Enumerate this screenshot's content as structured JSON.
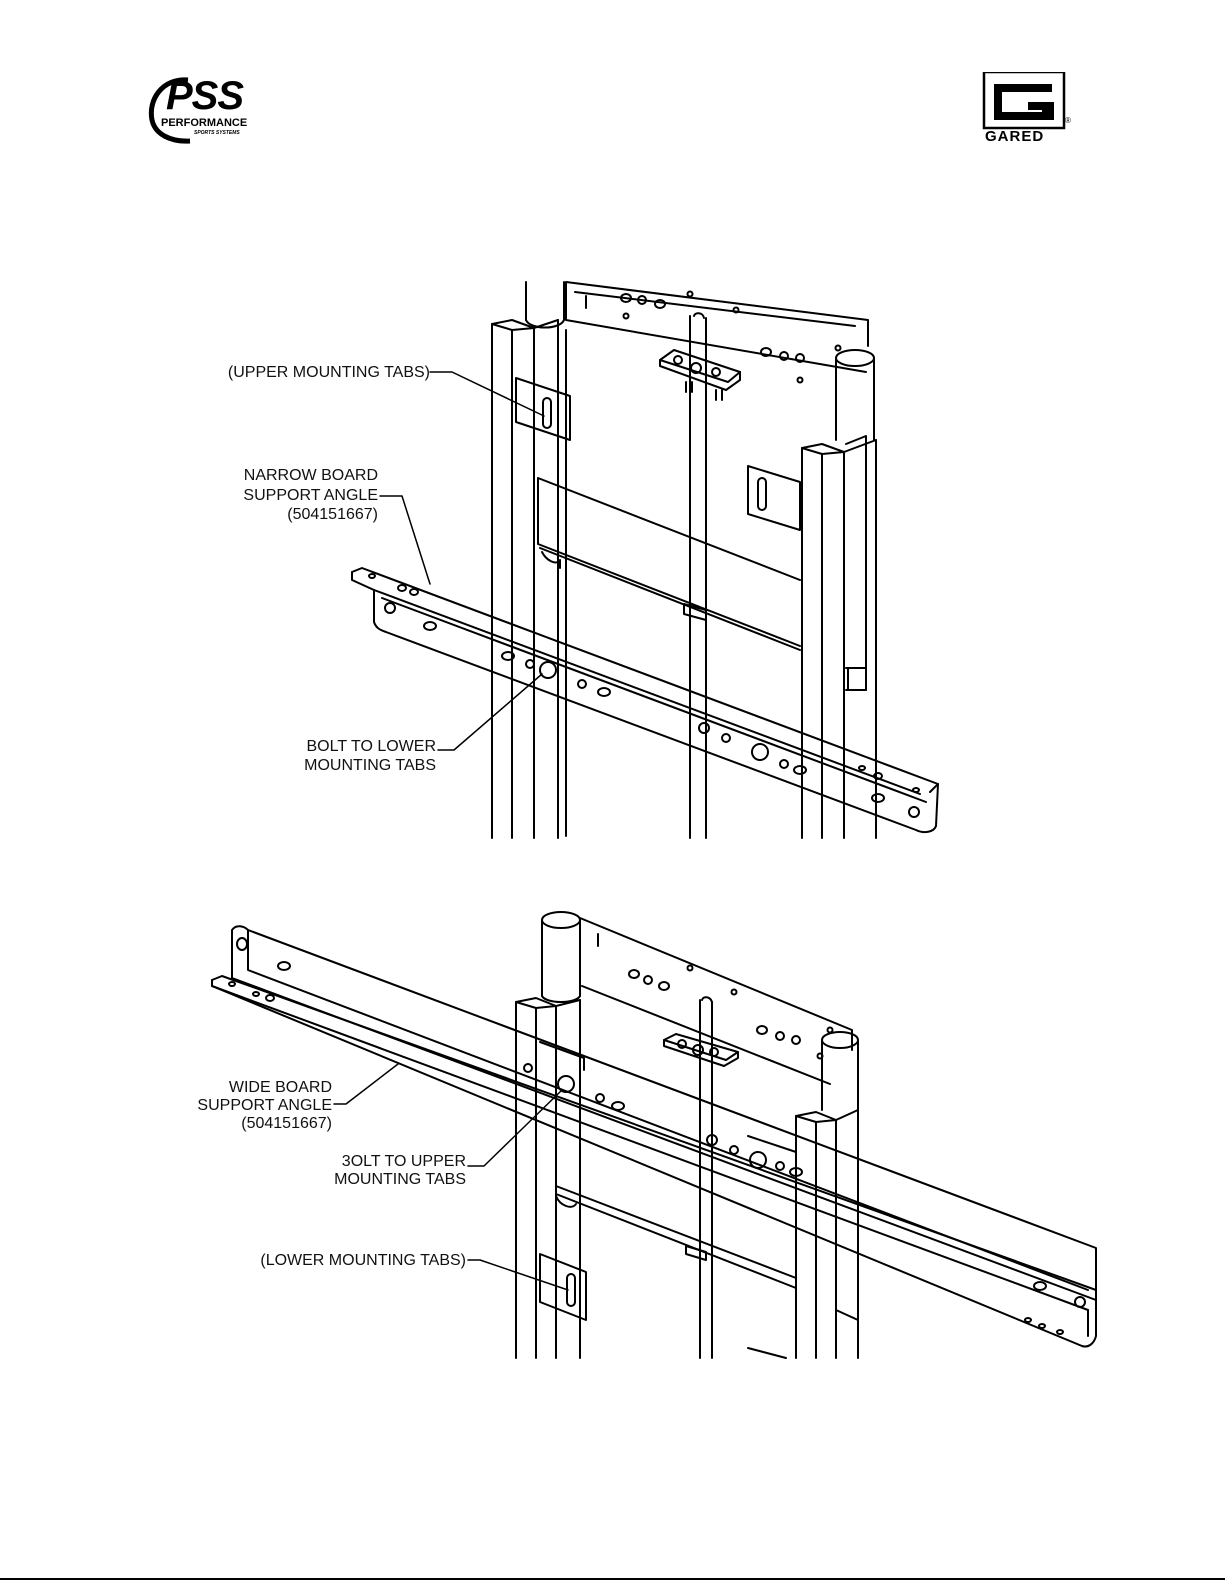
{
  "header": {
    "left_logo": {
      "name": "PSS",
      "line1": "PERFORMANCE",
      "line2": "SPORTS SYSTEMS"
    },
    "right_logo": {
      "name": "GARED",
      "mark": "®"
    }
  },
  "figure_top": {
    "callouts": {
      "upper_tabs": "(UPPER MOUNTING TABS)",
      "narrow_line1": "NARROW BOARD",
      "narrow_line2": "SUPPORT ANGLE",
      "narrow_part": "(504151667)",
      "bolt_line1": "BOLT TO LOWER",
      "bolt_line2": "MOUNTING TABS"
    }
  },
  "figure_bottom": {
    "callouts": {
      "wide_line1": "WIDE BOARD",
      "wide_line2": "SUPPORT ANGLE",
      "wide_part": "(504151667)",
      "bolt_line1": "3OLT TO UPPER",
      "bolt_line2": "MOUNTING TABS",
      "lower_tabs": "(LOWER MOUNTING TABS)"
    }
  }
}
